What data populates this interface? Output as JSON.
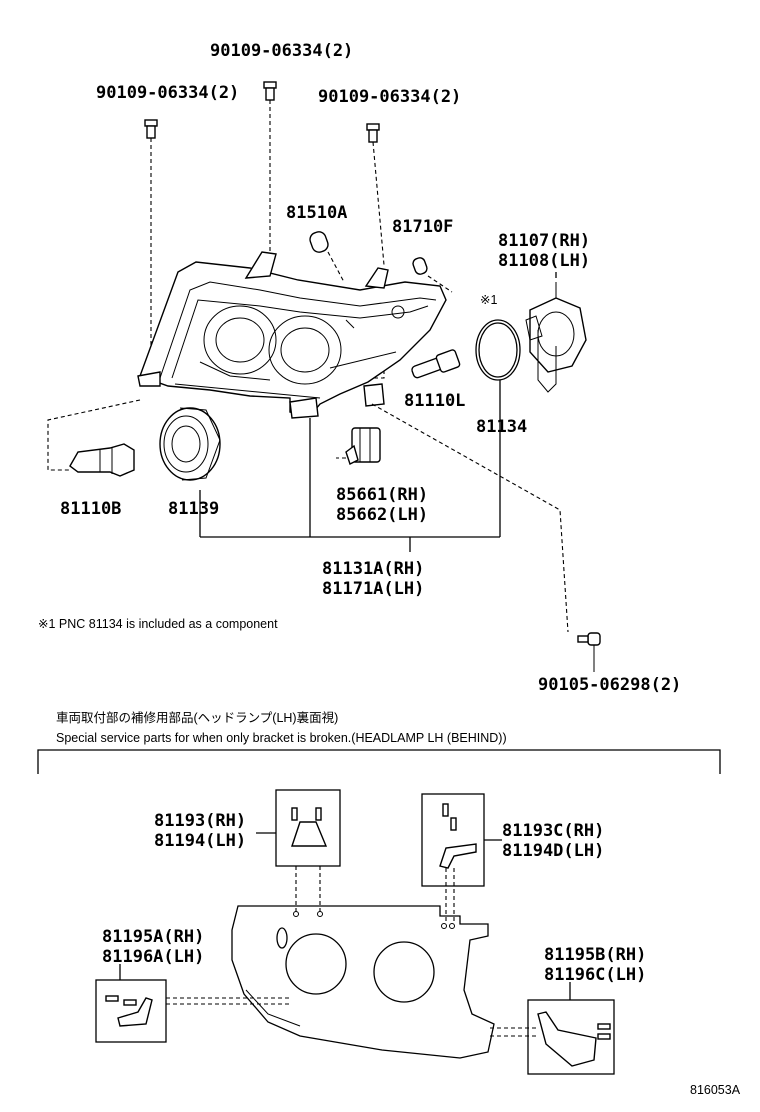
{
  "labels": {
    "bolt_top": "90109-06334(2)",
    "bolt_left": "90109-06334(2)",
    "bolt_right": "90109-06334(2)",
    "p81510a": "81510A",
    "p81710f": "81710F",
    "p81107": "81107(RH)",
    "p81108": "81108(LH)",
    "mark1": "※1",
    "p81110l": "81110L",
    "p81134": "81134",
    "p81110b": "81110B",
    "p81139": "81139",
    "p85661": "85661(RH)",
    "p85662": "85662(LH)",
    "p81131a": "81131A(RH)",
    "p81171a": "81171A(LH)",
    "bolt_bottom": "90105-06298(2)",
    "p81193": "81193(RH)",
    "p81194": "81194(LH)",
    "p81193c": "81193C(RH)",
    "p81194d": "81194D(LH)",
    "p81195a": "81195A(RH)",
    "p81196a": "81196A(LH)",
    "p81195b": "81195B(RH)",
    "p81196c": "81196C(LH)",
    "diagram_id": "816053A"
  },
  "notes": {
    "footnote": "※1  PNC 81134 is included as a component",
    "jp_title": "車両取付部の補修用部品(ヘッドランプ(LH)裏面視)",
    "en_title": "Special service parts for when only bracket is broken.(HEADLAMP LH (BEHIND))"
  }
}
